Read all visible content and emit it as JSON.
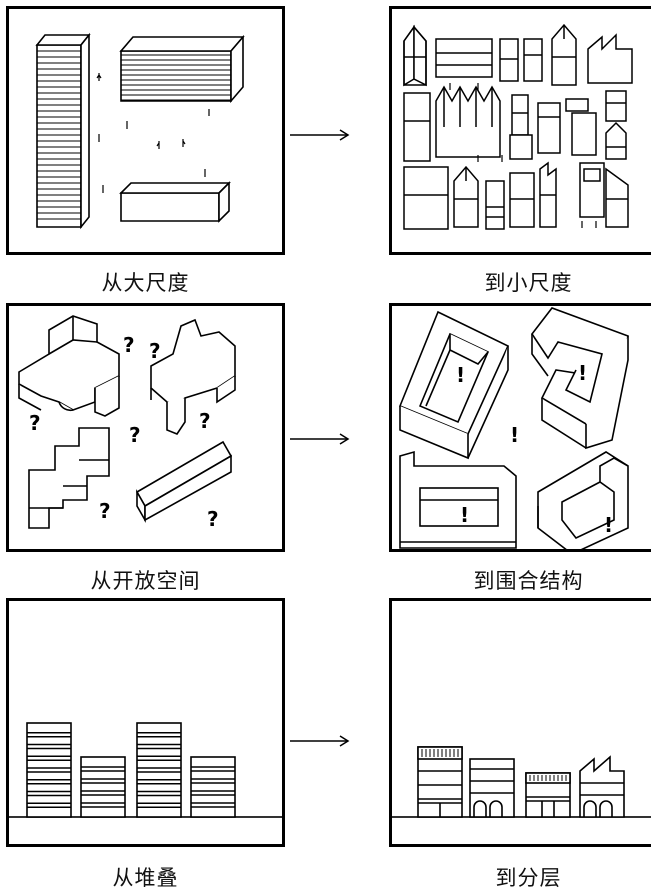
{
  "rows": [
    {
      "left_caption": "从大尺度",
      "right_caption": "到小尺度"
    },
    {
      "left_caption": "从开放空间",
      "right_caption": "到围合结构",
      "question_mark": "?",
      "exclamation_mark": "!"
    },
    {
      "left_caption": "从堆叠",
      "right_caption": "到分层"
    }
  ],
  "colors": {
    "stroke": "#000000",
    "background": "#ffffff"
  }
}
